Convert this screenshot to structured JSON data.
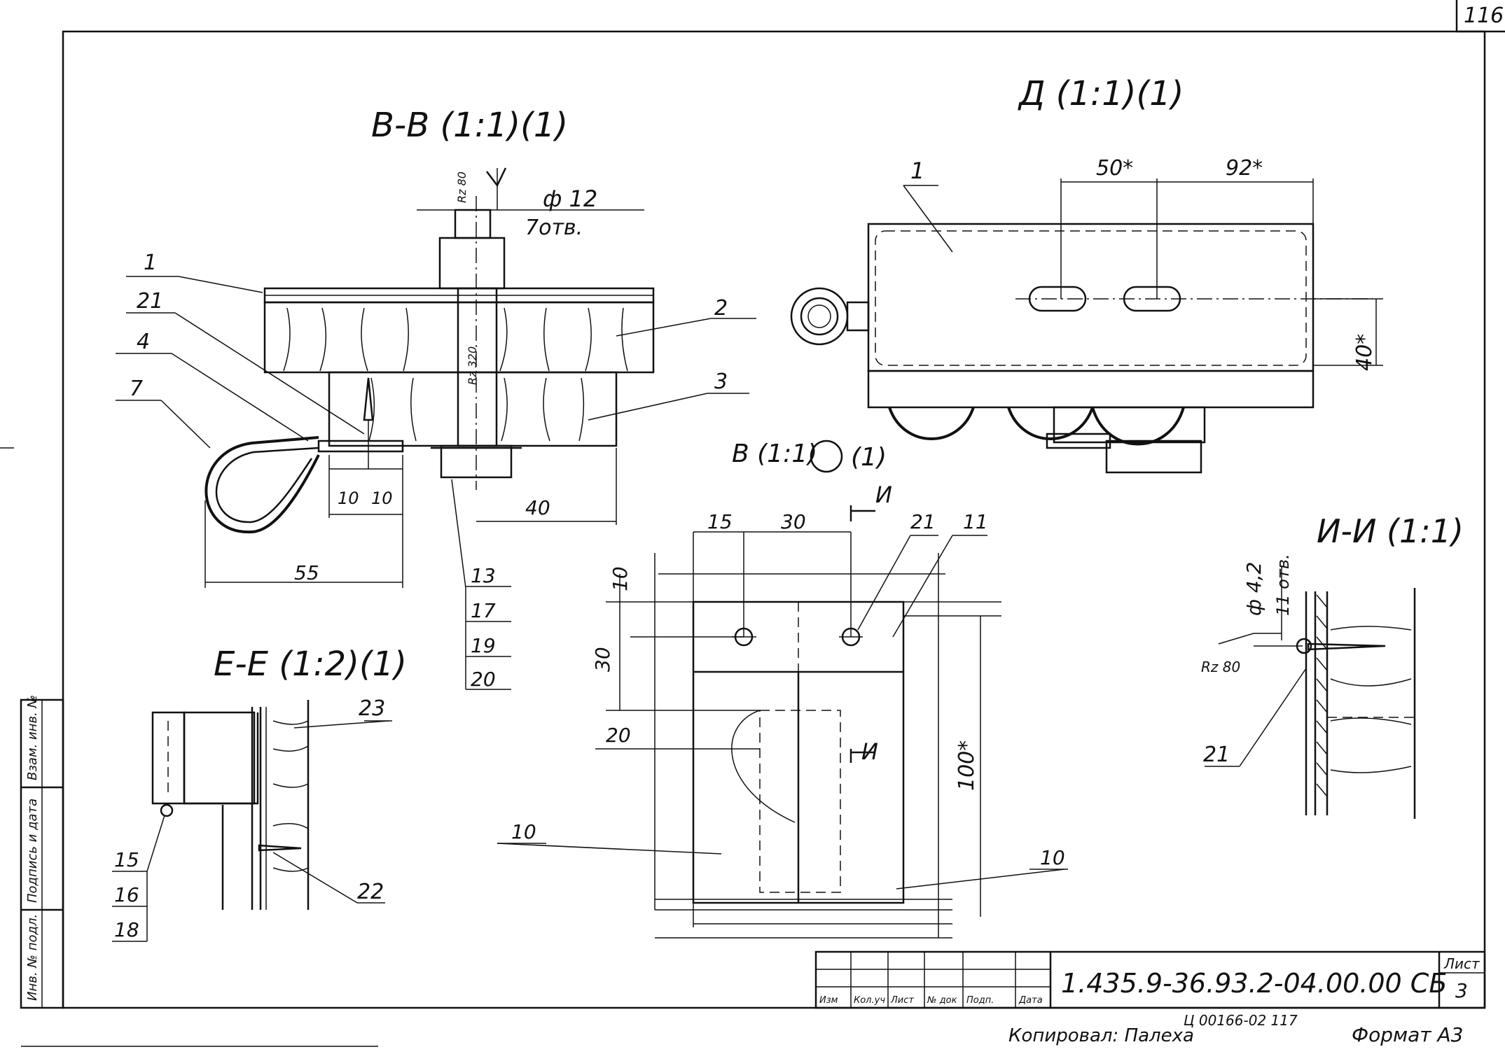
{
  "sheet": {
    "corner_number": "116",
    "drawing_code": "1.435.9-36.93.2-04.00.00 СБ",
    "sheet_label": "Лист",
    "sheet_number": "3",
    "stamp_text": "Ц 00166-02 117",
    "copied_by": "Копировал: Палеха",
    "format": "Формат А3",
    "title_block_headers": [
      "Изм",
      "Кол.уч",
      "Лист",
      "№ док",
      "Подп.",
      "Дата"
    ],
    "left_strip": [
      "Инв. № подл.",
      "Подпись и дата",
      "Взам. инв. №"
    ]
  },
  "views": {
    "bb_title": "В-В (1:1)(1)",
    "d_title": "Д (1:1)(1)",
    "ee_title": "Е-Е (1:2)(1)",
    "v_title": "В (1:1)",
    "v_suffix": "(1)",
    "ii_title": "И-И (1:1)"
  },
  "bb_view": {
    "rz_top": "Rz 80",
    "rz_mid": "Rz 320",
    "hole": "ф 12",
    "holes_count": "7отв.",
    "dims": [
      "10",
      "10",
      "40",
      "55"
    ],
    "leaders_left": [
      "1",
      "21",
      "4",
      "7"
    ],
    "leaders_right": [
      "2",
      "3"
    ],
    "bolt_items": [
      "13",
      "17",
      "19",
      "20"
    ]
  },
  "d_view": {
    "dims": [
      "50*",
      "92*",
      "40*"
    ],
    "leader": "1"
  },
  "ee_view": {
    "leaders": [
      "23",
      "22"
    ],
    "items": [
      "15",
      "16",
      "18"
    ]
  },
  "v_view": {
    "dims_top": [
      "15",
      "30"
    ],
    "dims_left": [
      "10",
      "30",
      "20"
    ],
    "dim_right": "100*",
    "leaders": [
      "21",
      "11"
    ],
    "items_bottom": [
      "10",
      "10"
    ],
    "section_mark": "И"
  },
  "ii_view": {
    "hole": "ф 4,2",
    "holes_count": "11 отв.",
    "rz": "Rz 80",
    "leader": "21"
  }
}
